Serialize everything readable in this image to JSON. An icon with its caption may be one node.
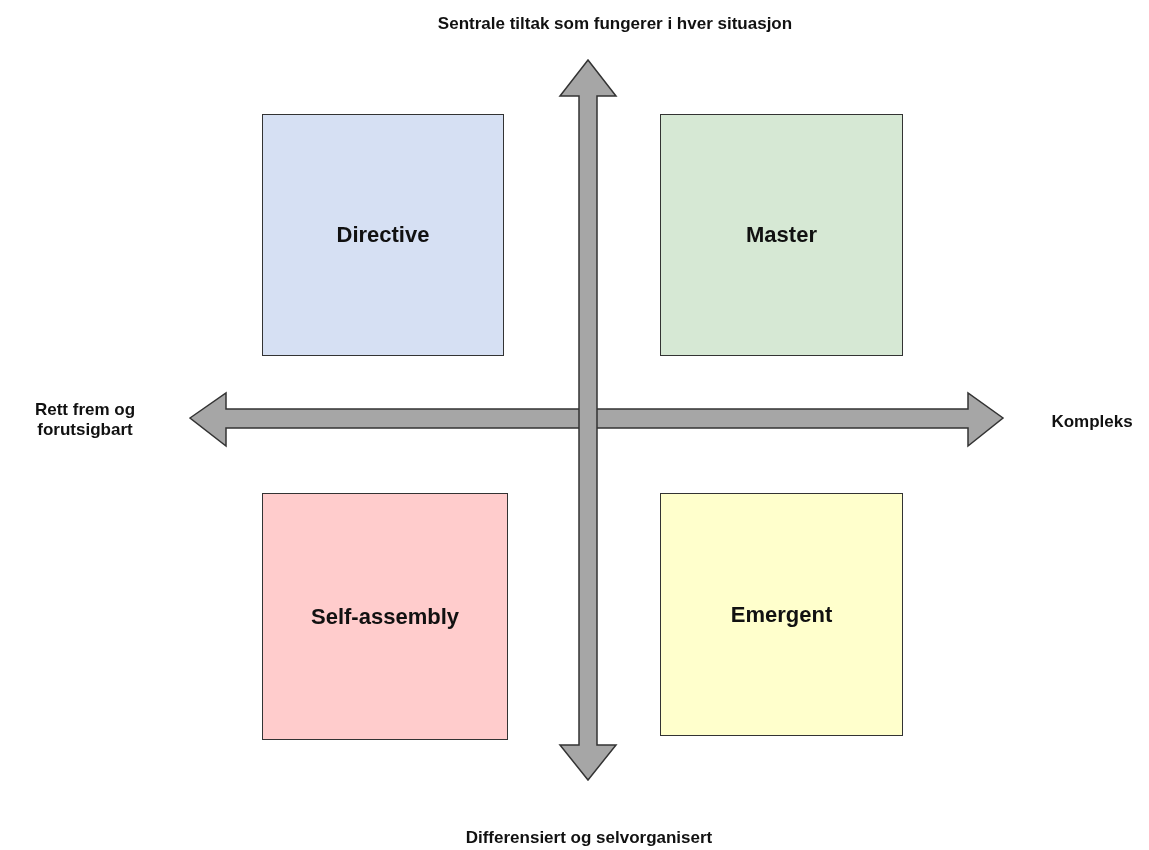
{
  "diagram": {
    "nodes": [
      {
        "text": [
          "Directive"
        ]
      },
      {
        "text": [
          "Master"
        ]
      },
      {
        "text": [
          "Self-assembly"
        ]
      },
      {
        "text": [
          "Emergent"
        ]
      }
    ],
    "labels": [
      "Sentrale tiltak som fungerer i hver situasjon",
      "Rett frem og forutsigbart",
      "Kompleks",
      "Differensiert og selvorganisert"
    ]
  }
}
